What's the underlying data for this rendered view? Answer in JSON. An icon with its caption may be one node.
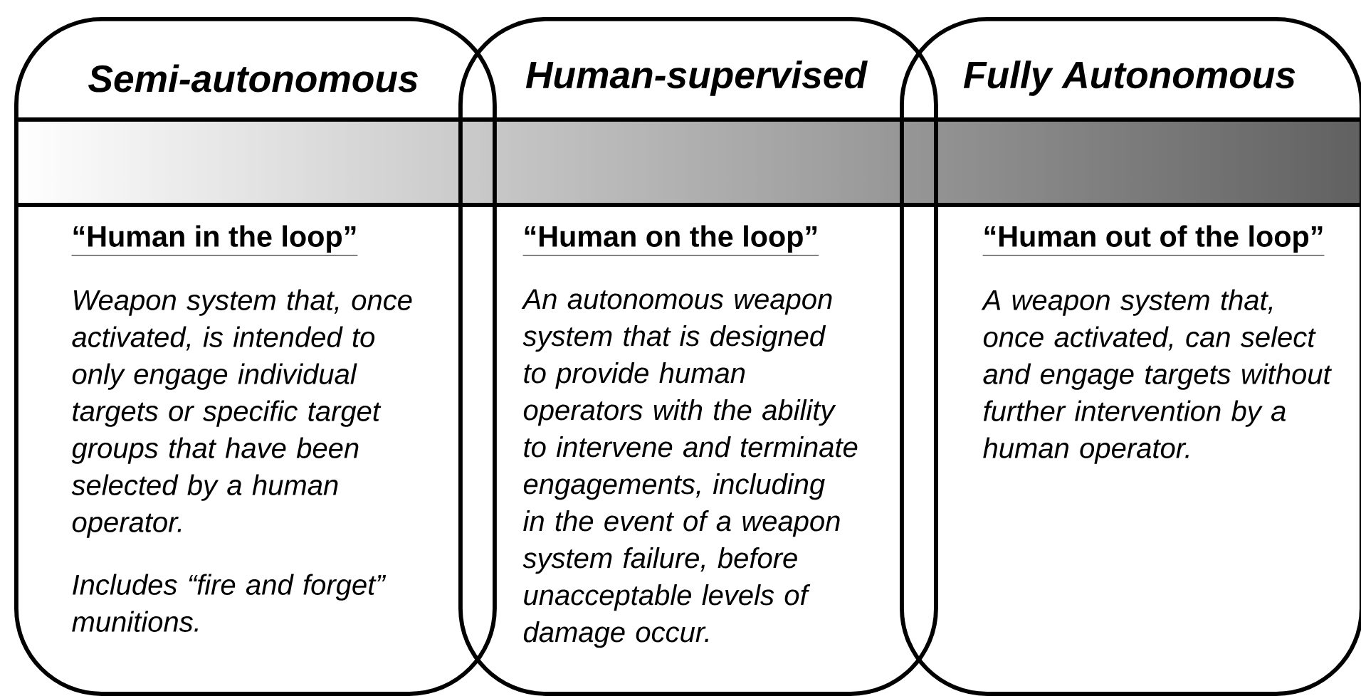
{
  "diagram": {
    "nodes": [
      {
        "text": [
          "Semi-autonomous",
          "“Human in the loop”",
          "Weapon system that, once activated, is intended to only engage individual targets or specific target groups that have been selected by a human operator.",
          "Includes “fire and forget” munitions."
        ]
      },
      {
        "text": [
          "Human-supervised",
          "“Human on the loop”",
          "An autonomous weapon system that is designed to provide human operators with the ability to intervene and terminate engagements, including in the event of a weapon system failure, before unacceptable levels of damage occur."
        ]
      },
      {
        "text": [
          "Fully Autonomous",
          "“Human out of the loop”",
          "A weapon system that, once activated, can select and engage targets without further intervention by a human operator."
        ]
      }
    ]
  }
}
